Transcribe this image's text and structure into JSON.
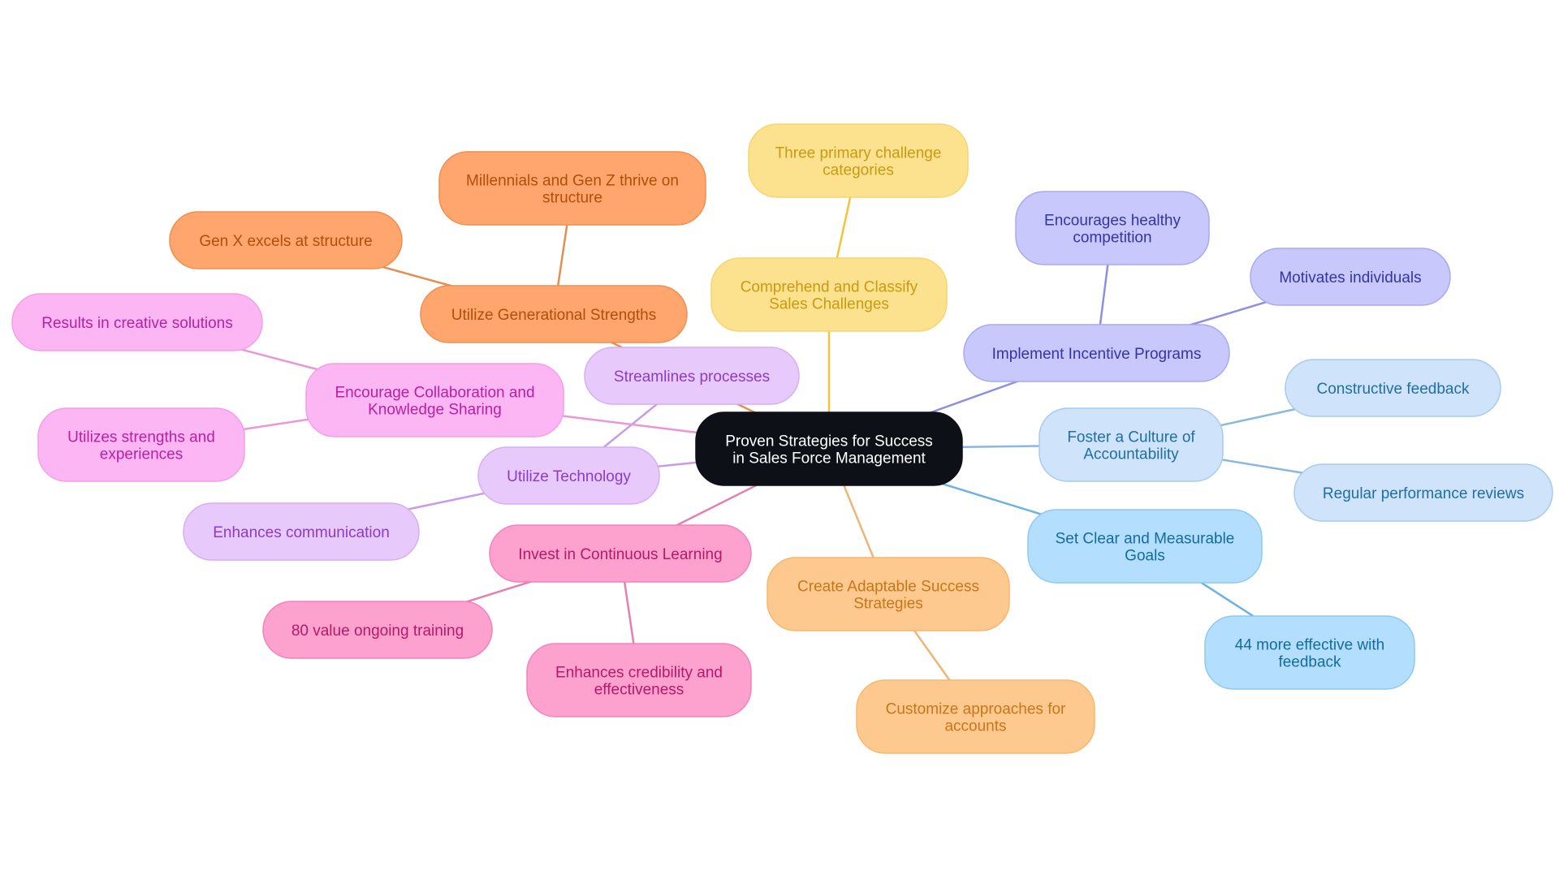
{
  "mindmap": {
    "center": {
      "id": "center",
      "lines": [
        "Proven Strategies for Success",
        "in Sales Force Management"
      ],
      "fill": "#0d1117",
      "stroke": "#0d1117",
      "text": "#ffffff"
    },
    "branches": [
      {
        "id": "classify",
        "color": "#f5c33a",
        "fill": "#fce28e",
        "stroke": "#f7d56b",
        "text": "#c99a12",
        "lines": [
          "Comprehend and Classify",
          "Sales Challenges"
        ],
        "children": [
          {
            "id": "classify-1",
            "lines": [
              "Three primary challenge",
              "categories"
            ]
          }
        ]
      },
      {
        "id": "incentive",
        "color": "#8f8fdf",
        "fill": "#c8c8fc",
        "stroke": "#a9a9f0",
        "text": "#3434a6",
        "lines": [
          "Implement Incentive Programs"
        ],
        "children": [
          {
            "id": "incentive-1",
            "lines": [
              "Encourages healthy",
              "competition"
            ]
          },
          {
            "id": "incentive-2",
            "lines": [
              "Motivates individuals"
            ]
          }
        ]
      },
      {
        "id": "accountability",
        "color": "#8ab8e0",
        "fill": "#cfe3fb",
        "stroke": "#a8cbee",
        "text": "#1f6ea6",
        "lines": [
          "Foster a Culture of",
          "Accountability"
        ],
        "children": [
          {
            "id": "accountability-1",
            "lines": [
              "Constructive feedback"
            ]
          },
          {
            "id": "accountability-2",
            "lines": [
              "Regular performance reviews"
            ]
          }
        ]
      },
      {
        "id": "goals",
        "color": "#6ab3de",
        "fill": "#b3defd",
        "stroke": "#8ccaf0",
        "text": "#136c9e",
        "lines": [
          "Set Clear and Measurable",
          "Goals"
        ],
        "children": [
          {
            "id": "goals-1",
            "lines": [
              "44 more effective with",
              "feedback"
            ]
          }
        ]
      },
      {
        "id": "adaptable",
        "color": "#ecb677",
        "fill": "#fec98e",
        "stroke": "#f6b86f",
        "text": "#c7761a",
        "lines": [
          "Create Adaptable Success",
          "Strategies"
        ],
        "children": [
          {
            "id": "adaptable-1",
            "lines": [
              "Customize approaches for",
              "accounts"
            ]
          }
        ]
      },
      {
        "id": "learning",
        "color": "#e47fb5",
        "fill": "#fda2cf",
        "stroke": "#f283bb",
        "text": "#b5186a",
        "lines": [
          "Invest in Continuous Learning"
        ],
        "children": [
          {
            "id": "learning-1",
            "lines": [
              "80 value ongoing training"
            ]
          },
          {
            "id": "learning-2",
            "lines": [
              "Enhances credibility and",
              "effectiveness"
            ]
          }
        ]
      },
      {
        "id": "technology",
        "color": "#c89be8",
        "fill": "#e8c9fb",
        "stroke": "#d5aef4",
        "text": "#8a3cc4",
        "lines": [
          "Utilize Technology"
        ],
        "children": [
          {
            "id": "technology-1",
            "lines": [
              "Streamlines processes"
            ]
          },
          {
            "id": "technology-2",
            "lines": [
              "Enhances communication"
            ]
          }
        ]
      },
      {
        "id": "collaboration",
        "color": "#ea97d8",
        "fill": "#fdb6f4",
        "stroke": "#f49ee6",
        "text": "#b820a0",
        "lines": [
          "Encourage Collaboration and",
          "Knowledge Sharing"
        ],
        "children": [
          {
            "id": "collaboration-1",
            "lines": [
              "Results in creative solutions"
            ]
          },
          {
            "id": "collaboration-2",
            "lines": [
              "Utilizes strengths and",
              "experiences"
            ]
          }
        ]
      },
      {
        "id": "generational",
        "color": "#e09050",
        "fill": "#ffa66e",
        "stroke": "#f08f50",
        "text": "#b14e0b",
        "lines": [
          "Utilize Generational Strengths"
        ],
        "children": [
          {
            "id": "generational-1",
            "lines": [
              "Millennials and Gen Z thrive on",
              "structure"
            ]
          },
          {
            "id": "generational-2",
            "lines": [
              "Gen X excels at structure"
            ]
          }
        ]
      }
    ]
  }
}
